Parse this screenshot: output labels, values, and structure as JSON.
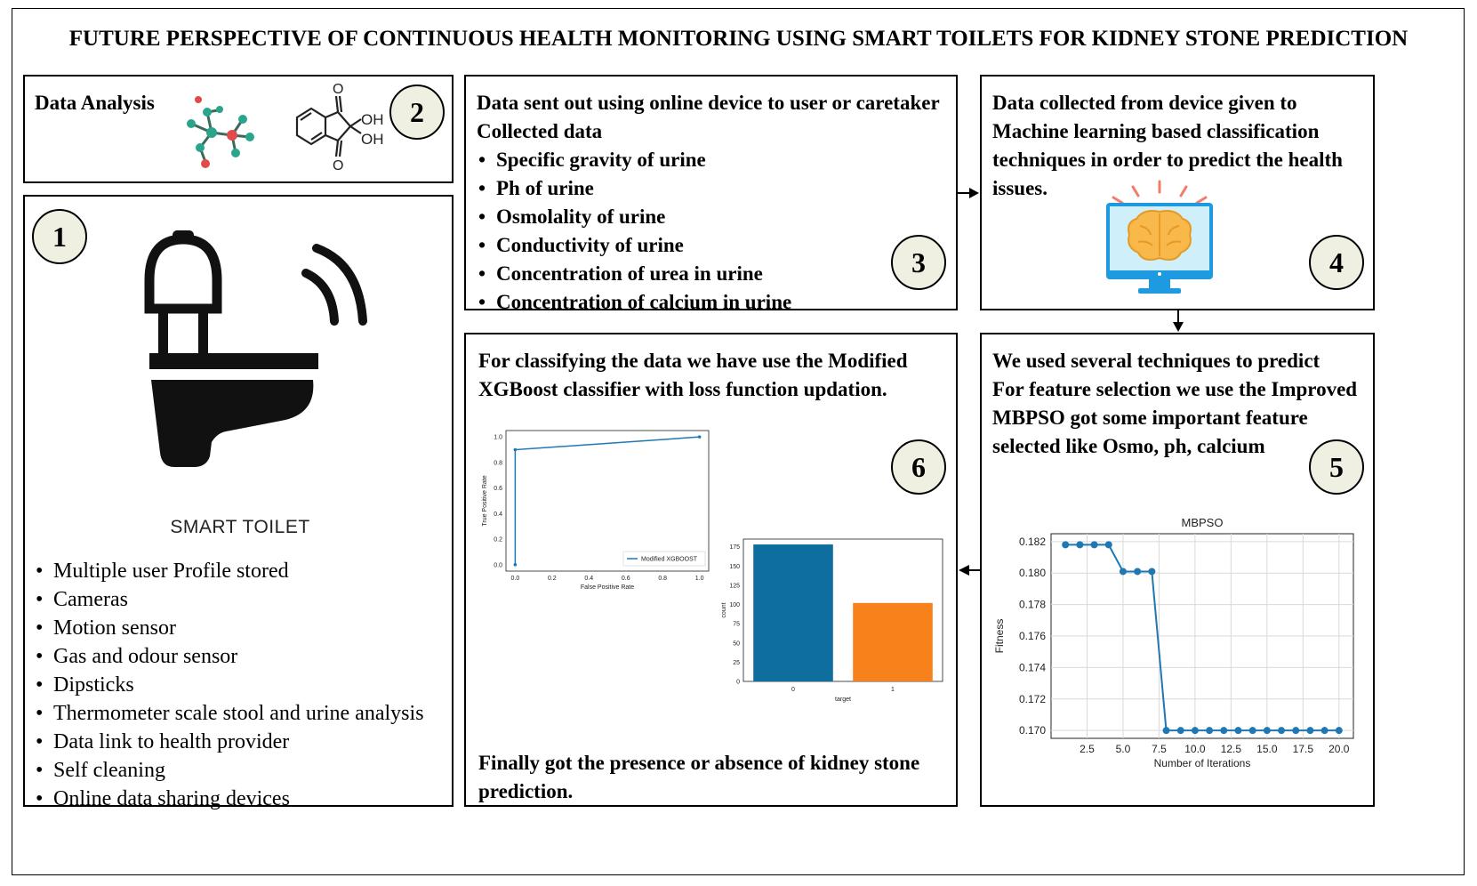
{
  "title": "FUTURE PERSPECTIVE OF CONTINUOUS HEALTH MONITORING USING SMART  TOILETS FOR KIDNEY STONE PREDICTION",
  "panels": {
    "analysis": {
      "number": "2",
      "label": "Data Analysis",
      "chem_oh_top": "OH",
      "chem_oh_bottom": "OH",
      "chem_o_top": "O",
      "chem_o_bottom": "O"
    },
    "toilet": {
      "number": "1",
      "caption": "SMART TOILET",
      "features": [
        "Multiple user Profile stored",
        "Cameras",
        "Motion sensor",
        "Gas and odour sensor",
        "Dipsticks",
        "Thermometer scale stool and urine analysis",
        "Data link to health provider",
        "Self cleaning",
        "Online data sharing devices"
      ]
    },
    "collection": {
      "number": "3",
      "line1": "Data sent out using  online device to user or caretaker",
      "line2": "Collected data",
      "items": [
        "Specific gravity of urine",
        "Ph of urine",
        "Osmolality  of urine",
        "Conductivity  of urine",
        "Concentration  of urea  in  urine",
        "Concentration   of calcium  in  urine"
      ]
    },
    "ml": {
      "number": "4",
      "lines": [
        "Data collected from  device given to",
        "Machine learning based classification",
        "techniques  in  order to predict the health",
        "issues."
      ]
    },
    "selection": {
      "number": "5",
      "lines": [
        "We used several techniques to predict",
        "For feature selection we use the Improved",
        "MBPSO got some important  feature",
        "selected like Osmo, ph, calcium"
      ]
    },
    "classification": {
      "number": "6",
      "lines_top": [
        "For classifying the data we have use the Modified",
        "XGBoost classifier  with  loss function updation."
      ],
      "lines_bottom": [
        "Finally got the presence or absence of  kidney stone",
        "prediction."
      ]
    }
  },
  "chart_data": [
    {
      "type": "line",
      "title": "MBPSO",
      "xlabel": "Number of Iterations",
      "ylabel": "Fitness",
      "xlim": [
        0,
        21
      ],
      "ylim": [
        0.1695,
        0.1825
      ],
      "x_ticks": [
        "2.5",
        "5.0",
        "7.5",
        "10.0",
        "12.5",
        "15.0",
        "17.5",
        "20.0"
      ],
      "y_ticks": [
        "0.170",
        "0.172",
        "0.174",
        "0.176",
        "0.178",
        "0.180",
        "0.182"
      ],
      "grid": true,
      "color": "#1f77b4",
      "x": [
        1,
        2,
        3,
        4,
        5,
        6,
        7,
        8,
        9,
        10,
        11,
        12,
        13,
        14,
        15,
        16,
        17,
        18,
        19,
        20
      ],
      "y": [
        0.1818,
        0.1818,
        0.1818,
        0.1818,
        0.1801,
        0.1801,
        0.1801,
        0.17,
        0.17,
        0.17,
        0.17,
        0.17,
        0.17,
        0.17,
        0.17,
        0.17,
        0.17,
        0.17,
        0.17,
        0.17
      ]
    },
    {
      "type": "line",
      "title": "",
      "xlabel": "False Positive Rate",
      "ylabel": "True Positive Rate",
      "xlim": [
        -0.05,
        1.05
      ],
      "ylim": [
        -0.05,
        1.05
      ],
      "x_ticks": [
        "0.0",
        "0.2",
        "0.4",
        "0.6",
        "0.8",
        "1.0"
      ],
      "y_ticks": [
        "0.0",
        "0.2",
        "0.4",
        "0.6",
        "0.8",
        "1.0"
      ],
      "legend": "lower-right",
      "color": "#1f77b4",
      "series": [
        {
          "name": "Modified XGBOOST",
          "x": [
            0.0,
            0.0,
            1.0
          ],
          "y": [
            0.0,
            0.9,
            1.0
          ]
        }
      ]
    },
    {
      "type": "bar",
      "title": "",
      "xlabel": "target",
      "ylabel": "count",
      "categories": [
        "0",
        "1"
      ],
      "values": [
        178,
        102
      ],
      "ylim": [
        0,
        185
      ],
      "y_ticks": [
        "0",
        "25",
        "50",
        "75",
        "100",
        "125",
        "150",
        "175"
      ],
      "colors": [
        "#0e6f9e",
        "#f7821b"
      ]
    }
  ]
}
